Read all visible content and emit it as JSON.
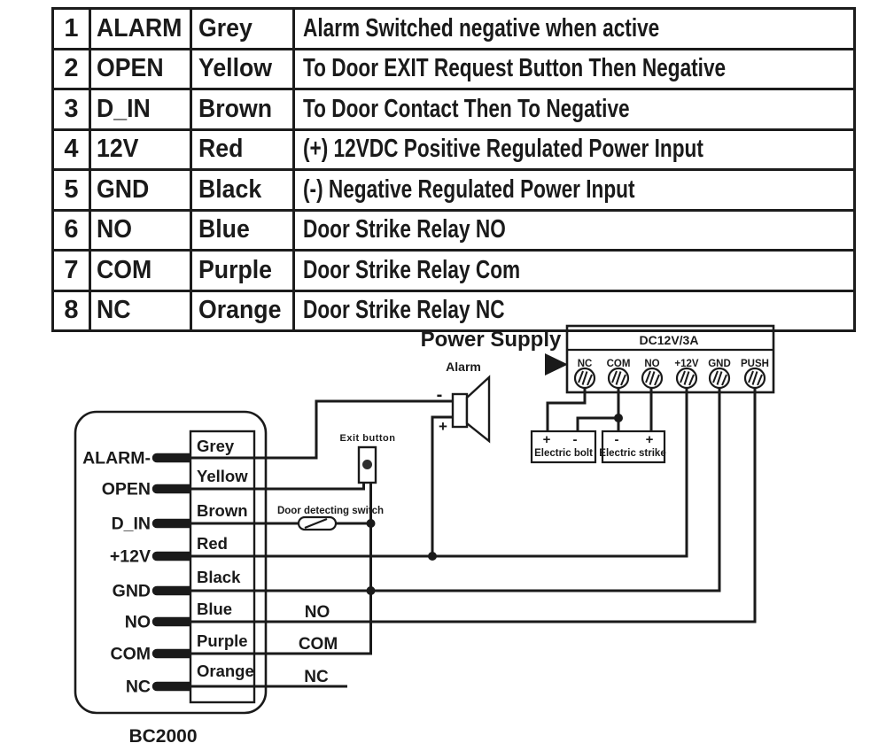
{
  "pin_table": {
    "rows": [
      {
        "num": "1",
        "name": "ALARM",
        "wire_color": "Grey",
        "description": "Alarm Switched negative when active"
      },
      {
        "num": "2",
        "name": "OPEN",
        "wire_color": "Yellow",
        "description": "To Door EXIT Request Button Then Negative"
      },
      {
        "num": "3",
        "name": "D_IN",
        "wire_color": "Brown",
        "description": "To Door Contact Then To Negative"
      },
      {
        "num": "4",
        "name": "12V",
        "wire_color": "Red",
        "description": "(+) 12VDC Positive Regulated Power Input"
      },
      {
        "num": "5",
        "name": "GND",
        "wire_color": "Black",
        "description": "(-) Negative Regulated Power Input"
      },
      {
        "num": "6",
        "name": "NO",
        "wire_color": "Blue",
        "description": "Door Strike Relay NO"
      },
      {
        "num": "7",
        "name": "COM",
        "wire_color": "Purple",
        "description": "Door Strike Relay Com"
      },
      {
        "num": "8",
        "name": "NC",
        "wire_color": "Orange",
        "description": "Door Strike Relay NC"
      }
    ]
  },
  "diagram": {
    "power_supply_label": "Power Supply",
    "psu": {
      "model": "DC12V/3A",
      "terminals": [
        "NC",
        "COM",
        "NO",
        "+12V",
        "GND",
        "PUSH"
      ]
    },
    "alarm": {
      "label": "Alarm",
      "minus": "-",
      "plus": "+"
    },
    "exit_button_label": "Exit button",
    "door_switch_label": "Door detecting switch",
    "electric_bolt": {
      "label": "Electric bolt",
      "plus": "+",
      "minus": "-"
    },
    "electric_strike": {
      "label": "Electric strike",
      "minus": "-",
      "plus": "+"
    },
    "controller_label": "BC2000",
    "pins": [
      {
        "terminal": "ALARM-",
        "wire": "Grey"
      },
      {
        "terminal": "OPEN",
        "wire": "Yellow"
      },
      {
        "terminal": "D_IN",
        "wire": "Brown"
      },
      {
        "terminal": "+12V",
        "wire": "Red"
      },
      {
        "terminal": "GND",
        "wire": "Black"
      },
      {
        "terminal": "NO",
        "wire": "Blue"
      },
      {
        "terminal": "COM",
        "wire": "Purple"
      },
      {
        "terminal": "NC",
        "wire": "Orange"
      }
    ],
    "relay_wire_labels": {
      "no": "NO",
      "com": "COM",
      "nc": "NC"
    },
    "line_color": "#1a1a1a"
  }
}
